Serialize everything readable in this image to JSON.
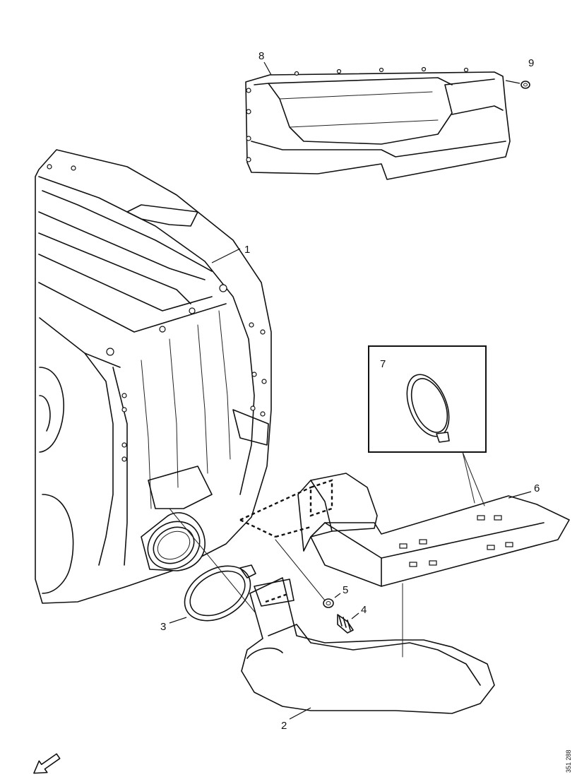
{
  "callouts": {
    "c1": "1",
    "c2": "2",
    "c3": "3",
    "c4": "4",
    "c5": "5",
    "c6": "6",
    "c7": "7",
    "c8": "8",
    "c9": "9"
  },
  "reference_code": "351 288",
  "direction_icon": "front-arrow-icon"
}
